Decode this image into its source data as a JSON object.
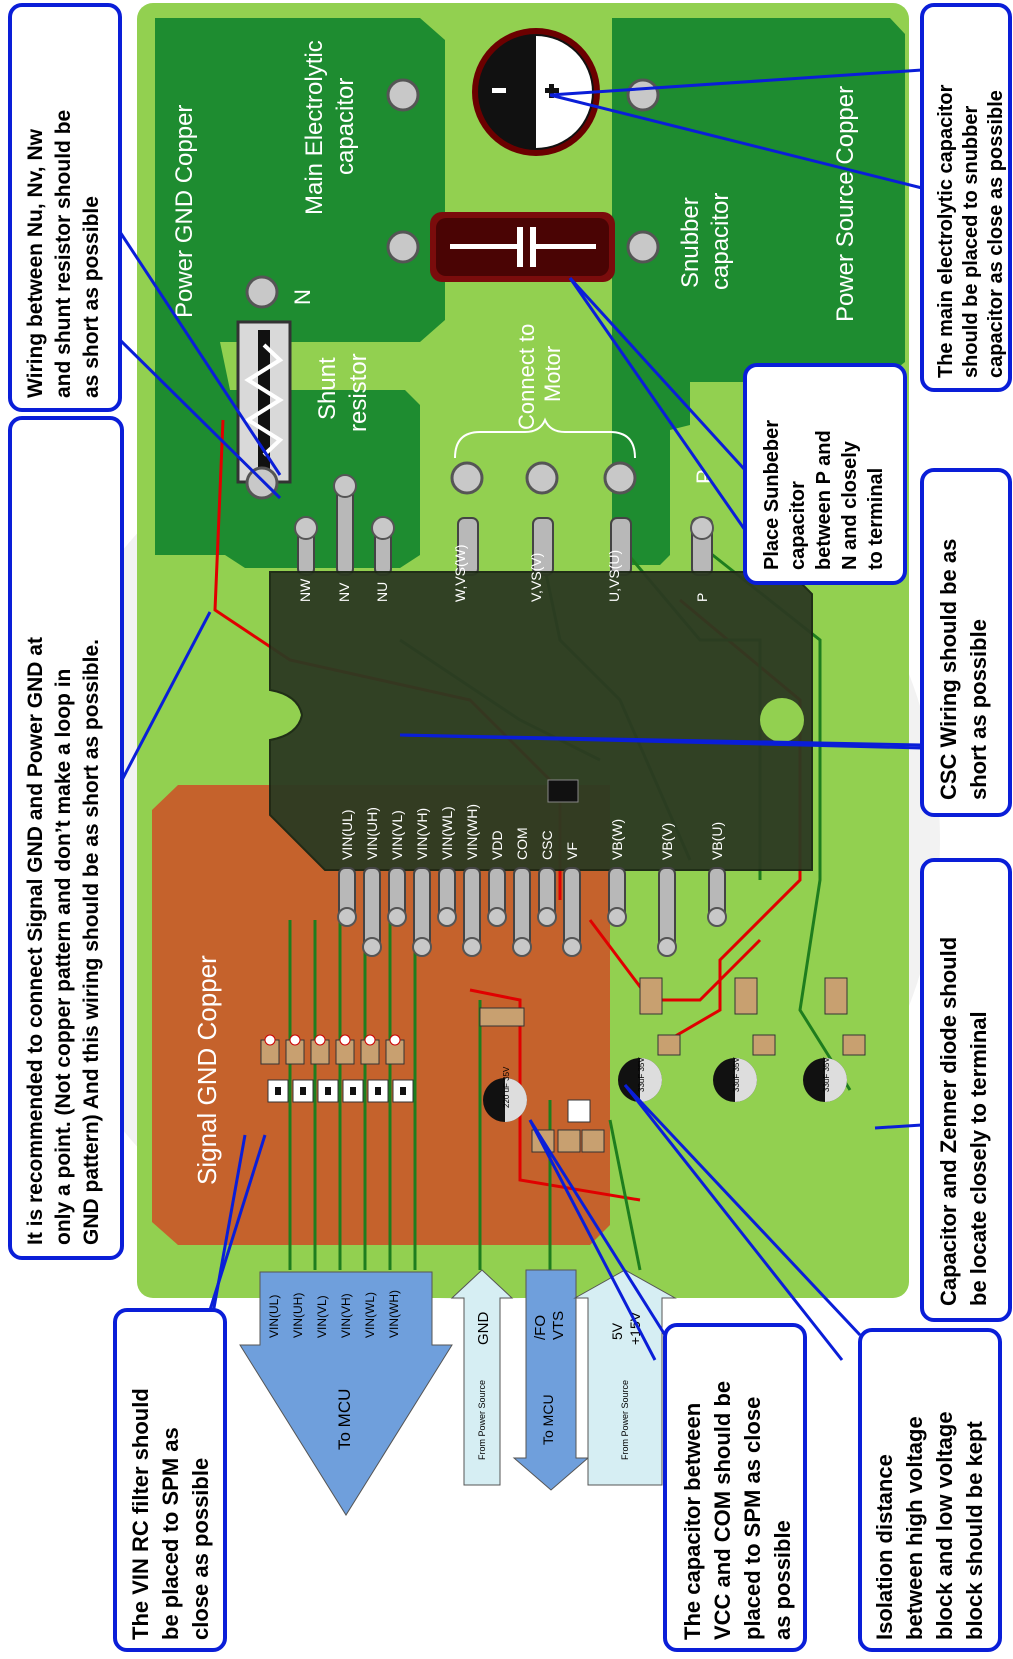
{
  "colors": {
    "board": "#92d050",
    "copper_green": "#1e8c30",
    "signal_copper": "#c5622c",
    "module": "#2c3a22",
    "callout_border": "#0a1ed8",
    "trace_green": "#228b22",
    "trace_red": "#e00000",
    "arrow_blue": "#6f9fdc",
    "arrow_light": "#d6eef3"
  },
  "board": {
    "power_gnd_copper": "Power GND Copper",
    "main_cap_line1": "Main Electrolytic",
    "main_cap_line2": "capacitor",
    "snubber_line1": "Snubber",
    "snubber_line2": "capacitor",
    "power_source_copper": "Power Source Copper",
    "shunt_line1": "Shunt",
    "shunt_line2": "resistor",
    "n_label": "N",
    "connect_line1": "Connect to",
    "connect_line2": "Motor",
    "p_label": "P",
    "signal_gnd_copper": "Signal GND Copper"
  },
  "module_pins": {
    "top": [
      "NW",
      "NV",
      "NU",
      "W,VS(W)",
      "V,VS(V)",
      "U,VS(U)",
      "P"
    ],
    "bottom": [
      "VIN(UL)",
      "VIN(UH)",
      "VIN(VL)",
      "VIN(VH)",
      "VIN(WL)",
      "VIN(WH)",
      "VDD",
      "COM",
      "CSC",
      "VF",
      "VB(W)",
      "VB(V)",
      "VB(U)"
    ]
  },
  "components": {
    "elcap_small": "220 uF 35V",
    "bootstrap_cap": "33uF 35V"
  },
  "arrows": {
    "to_mcu_pins": [
      "VIN(UL)",
      "VIN(UH)",
      "VIN(VL)",
      "VIN(VH)",
      "VIN(WL)",
      "VIN(WH)"
    ],
    "to_mcu_label": "To MCU",
    "gnd_label": "GND",
    "gnd_from": "From Power Source",
    "fo_label1": "/FO",
    "fo_label2": "VTS",
    "fo_to": "To MCU",
    "supply_label1": "5V",
    "supply_label2": "+15V",
    "supply_from": "From Power Source"
  },
  "callouts": {
    "wiring_n": [
      "Wiring between Nu, Nv, Nw",
      "and shunt resistor should be",
      "as short as possible"
    ],
    "signal_gnd": [
      "It is recommended to connect Signal GND and Power GND at",
      "only a point. (Not copper pattern and don’t make a loop in",
      "GND pattern) And this wiring should be as short as possible."
    ],
    "vin_rc": [
      "The VIN RC filter should",
      "be placed to SPM as",
      "close as possible"
    ],
    "vcc_com": [
      "The capacitor between",
      "VCC and COM should be",
      "placed to SPM as close",
      "as possible"
    ],
    "isolation": [
      "Isolation distance",
      "between high voltage",
      "block and low voltage",
      "block should be kept"
    ],
    "cap_zener": [
      "Capacitor and Zenner diode should",
      "be locate closely to terminal"
    ],
    "csc": [
      "CSC Wiring should be as",
      "short as possible"
    ],
    "snubber_place": [
      "Place Sunbeber",
      "capacitor",
      "between P and",
      "N and closely",
      "to terminal"
    ],
    "main_cap": [
      "The main electrolytic capacitor",
      "should be placed to snubber",
      "capacitor as close as possible"
    ]
  }
}
